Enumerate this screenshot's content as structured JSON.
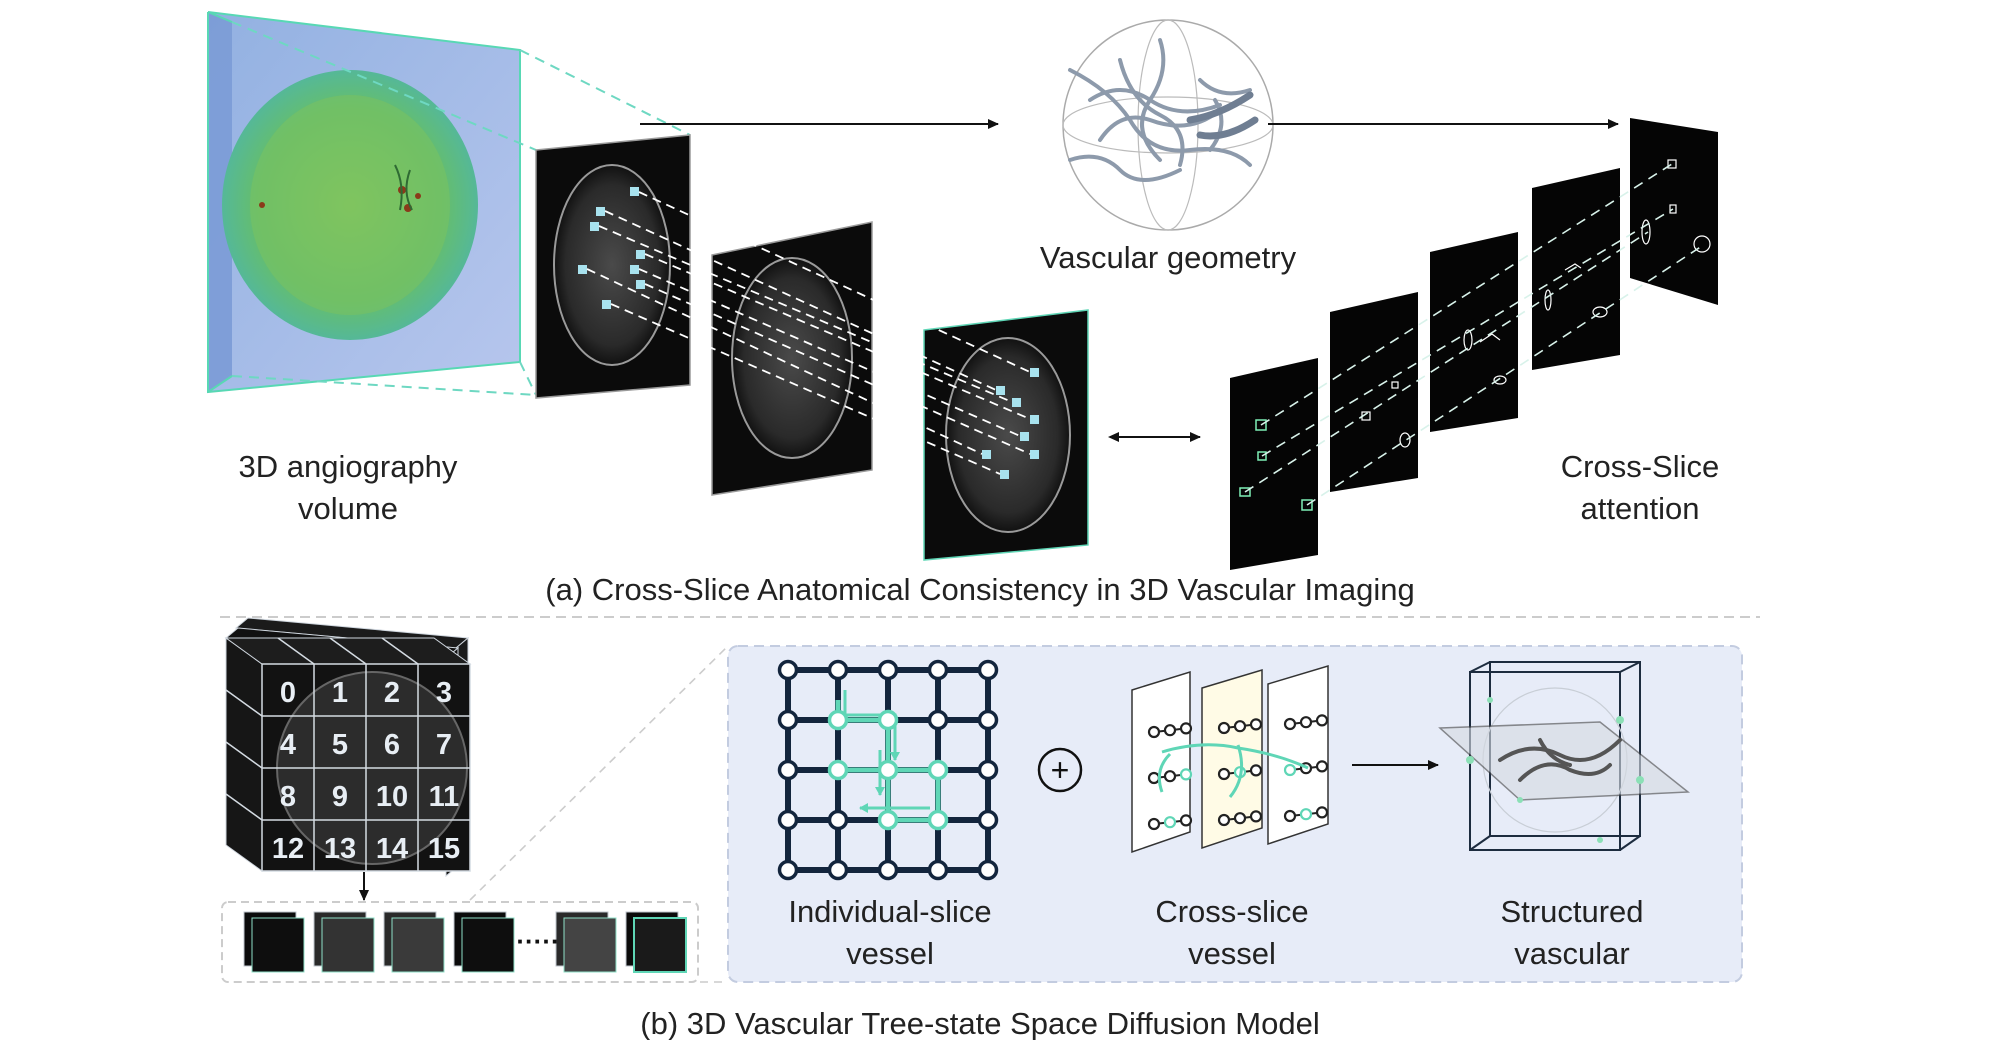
{
  "panel_a": {
    "volume_label": [
      "3D angiography",
      "volume"
    ],
    "geometry_label": "Vascular geometry",
    "attention_label": [
      "Cross-Slice",
      "attention"
    ],
    "caption": "(a) Cross-Slice Anatomical Consistency in 3D Vascular Imaging"
  },
  "panel_b": {
    "grid_numbers": [
      "0",
      "1",
      "2",
      "3",
      "4",
      "5",
      "6",
      "7",
      "8",
      "9",
      "10",
      "11",
      "12",
      "13",
      "14",
      "15"
    ],
    "ellipsis": "·····",
    "individual_label": [
      "Individual-slice",
      "vessel"
    ],
    "cross_label": [
      "Cross-slice",
      "vessel"
    ],
    "structured_label": [
      "Structured",
      "vascular"
    ],
    "plus_symbol": "+",
    "caption": "(b) 3D Vascular Tree-state Space Diffusion Model"
  },
  "colors": {
    "accent_teal": "#5fd6b6",
    "panel_bg": "#e7ecf8",
    "slice_black": "#0b0b0b",
    "grid_navy": "#13253d",
    "vessel_gray": "#9aa6b4"
  }
}
